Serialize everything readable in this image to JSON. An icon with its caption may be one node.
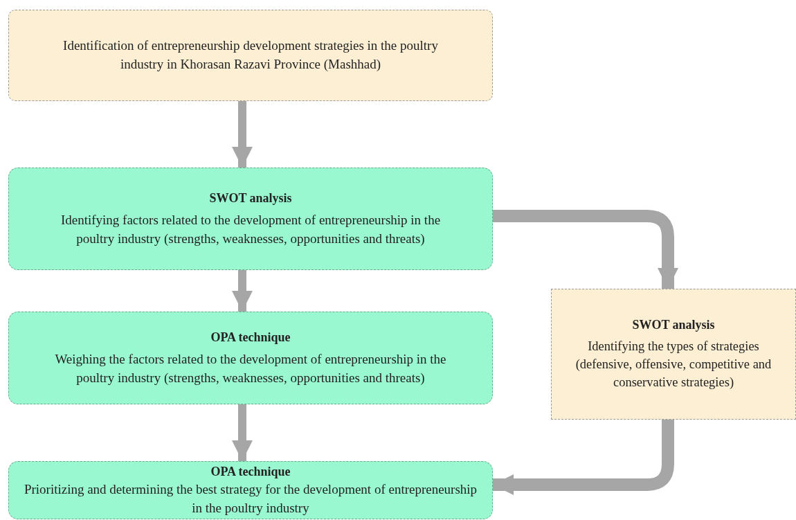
{
  "diagram": {
    "nodes": [
      {
        "text": [
          "Identification of entrepreneurship development strategies in the poultry industry in Khorasan Razavi Province (Mashhad)"
        ]
      },
      {
        "text": [
          "SWOT analysis",
          "Identifying factors related to the development of entrepreneurship in the poultry industry (strengths, weaknesses, opportunities and threats)"
        ]
      },
      {
        "text": [
          "OPA technique",
          "Weighing the factors related to the development of entrepreneurship in the poultry industry (strengths, weaknesses, opportunities and threats)"
        ]
      },
      {
        "text": [
          "OPA technique",
          "Prioritizing and determining the best strategy for the development of entrepreneurship in the poultry industry"
        ]
      },
      {
        "text": [
          "SWOT analysis",
          "Identifying the types of strategies (defensive, offensive, competitive and conservative strategies)"
        ]
      }
    ],
    "edges": [
      {
        "from": 0,
        "to": 1,
        "arrow": "to"
      },
      {
        "from": 1,
        "to": 2,
        "arrow": "to"
      },
      {
        "from": 2,
        "to": 3,
        "arrow": "to"
      },
      {
        "from": 1,
        "to": 4,
        "arrow": "to"
      },
      {
        "from": 4,
        "to": 3,
        "arrow": "to"
      }
    ]
  }
}
